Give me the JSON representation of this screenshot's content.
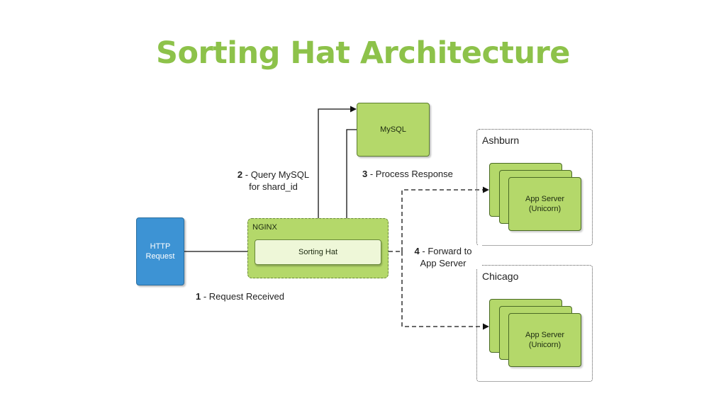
{
  "title": "Sorting Hat Architecture",
  "nodes": {
    "http_line1": "HTTP",
    "http_line2": "Request",
    "nginx": "NGINX",
    "sorting_hat": "Sorting Hat",
    "mysql": "MySQL"
  },
  "regions": [
    {
      "name": "Ashburn",
      "app_line1": "App Server",
      "app_line2": "(Unicorn)"
    },
    {
      "name": "Chicago",
      "app_line1": "App Server",
      "app_line2": "(Unicorn)"
    }
  ],
  "steps": [
    {
      "num": "1",
      "text": " - Request Received"
    },
    {
      "num": "2",
      "text": " - Query MySQL",
      "text2": "for shard_id"
    },
    {
      "num": "3",
      "text": " - Process Response"
    },
    {
      "num": "4",
      "text": " - Forward to",
      "text2": "App Server"
    }
  ],
  "colors": {
    "title_green": "#8dc24a",
    "node_green": "#b4d86a",
    "http_blue": "#3d93d4"
  }
}
